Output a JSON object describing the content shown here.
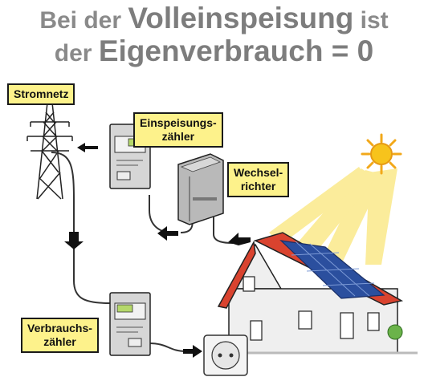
{
  "title": {
    "line1_part1": "Bei der ",
    "line1_part2": "Volleinspeisung",
    "line1_part3": " ist",
    "line2_part1": "der ",
    "line2_part2": "Eigenverbrauch = 0"
  },
  "labels": {
    "grid": "Stromnetz",
    "feed_meter_line1": "Einspeisungs-",
    "feed_meter_line2": "zähler",
    "inverter_line1": "Wechsel-",
    "inverter_line2": "richter",
    "consumption_meter_line1": "Verbrauchs-",
    "consumption_meter_line2": "zähler"
  },
  "colors": {
    "title": "#8a8a8a",
    "label_bg": "#fdf28b",
    "roof": "#d9432f",
    "solar_panel": "#2b4f9e",
    "sun": "#f7c31c",
    "meter_display": "#b5d86a"
  }
}
